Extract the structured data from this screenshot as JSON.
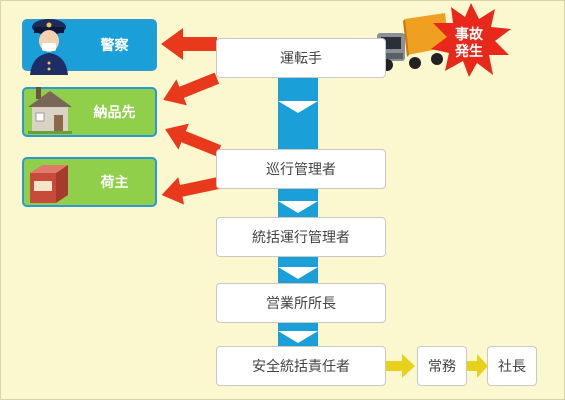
{
  "nodes": {
    "driver": "運転手",
    "operations_manager": "巡行管理者",
    "general_operations_manager": "統括運行管理者",
    "office_manager": "営業所所長",
    "safety_manager": "安全統括責任者",
    "managing_director": "常務",
    "president": "社長"
  },
  "agencies": {
    "police": "警察",
    "delivery": "納品先",
    "shipper": "荷主"
  },
  "accident_badge": {
    "line1": "事故",
    "line2": "発生"
  },
  "colors": {
    "flow": "#1a9fd9",
    "report_arrow": "#e8391c",
    "police_box": "#1a9fd9",
    "client_box": "#8fcf4a",
    "escalation_arrow": "#e8d11a"
  },
  "icons": {
    "police": "police-officer-icon",
    "delivery": "house-icon",
    "shipper": "cardboard-box-icon",
    "truck": "truck-icon",
    "burst": "explosion-burst-icon"
  }
}
